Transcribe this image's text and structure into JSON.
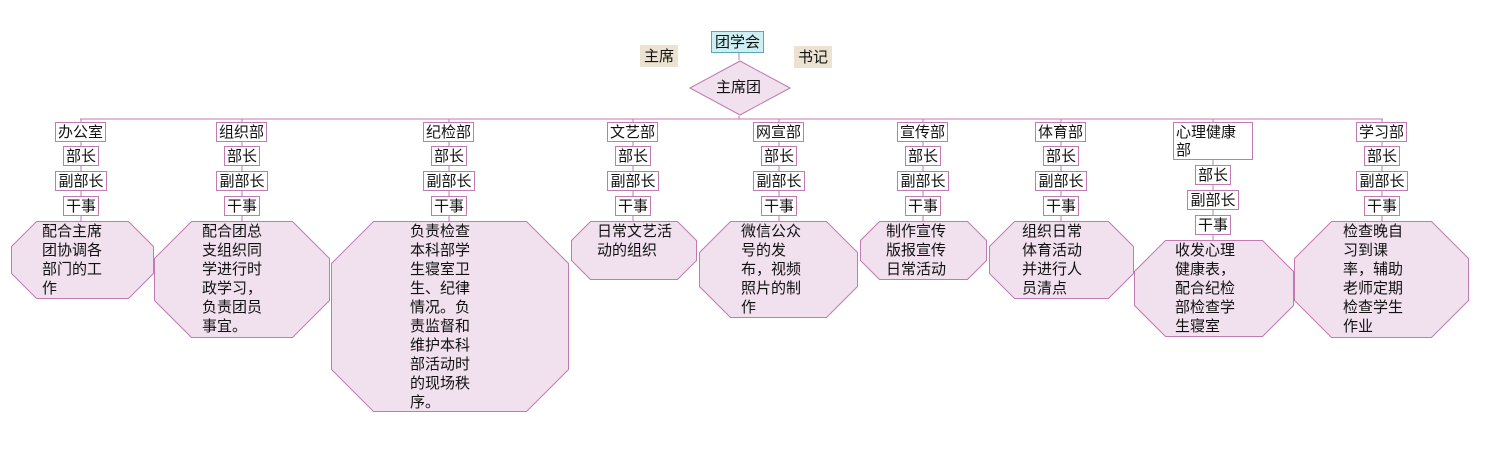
{
  "root": {
    "label": "团学会"
  },
  "side_left": {
    "label": "主席"
  },
  "side_right": {
    "label": "书记"
  },
  "presidium": {
    "label": "主席团"
  },
  "colors": {
    "line": "#c27ab2",
    "fill": "#f1e1ee",
    "top_fill": "#cdeff4",
    "side_fill": "#ece2d2"
  },
  "departments": [
    {
      "name": "办公室",
      "roles": [
        "部长",
        "副部长",
        "干事"
      ],
      "desc": "配合主席团协调各部门的工作"
    },
    {
      "name": "组织部",
      "roles": [
        "部长",
        "副部长",
        "干事"
      ],
      "desc": "配合团总支组织同学进行时政学习，负责团员事宜。"
    },
    {
      "name": "纪检部",
      "roles": [
        "部长",
        "副部长",
        "干事"
      ],
      "desc": "负责检查本科部学生寝室卫生、纪律情况。负责监督和维护本科部活动时的现场秩序。"
    },
    {
      "name": "文艺部",
      "roles": [
        "部长",
        "副部长",
        "干事"
      ],
      "desc": "日常文艺活动的组织"
    },
    {
      "name": "网宣部",
      "roles": [
        "部长",
        "副部长",
        "干事"
      ],
      "desc": "微信公众号的发布，视频照片的制作"
    },
    {
      "name": "宣传部",
      "roles": [
        "部长",
        "副部长",
        "干事"
      ],
      "desc": "制作宣传版报宣传日常活动"
    },
    {
      "name": "体育部",
      "roles": [
        "部长",
        "副部长",
        "干事"
      ],
      "desc": "组织日常体育活动并进行人员清点"
    },
    {
      "name": "心理健康部",
      "roles": [
        "部长",
        "副部长",
        "干事"
      ],
      "desc": "收发心理健康表，配合纪检部检查学生寝室"
    },
    {
      "name": "学习部",
      "roles": [
        "部长",
        "副部长",
        "干事"
      ],
      "desc": "检查晚自习到课率，辅助老师定期检查学生作业"
    }
  ]
}
